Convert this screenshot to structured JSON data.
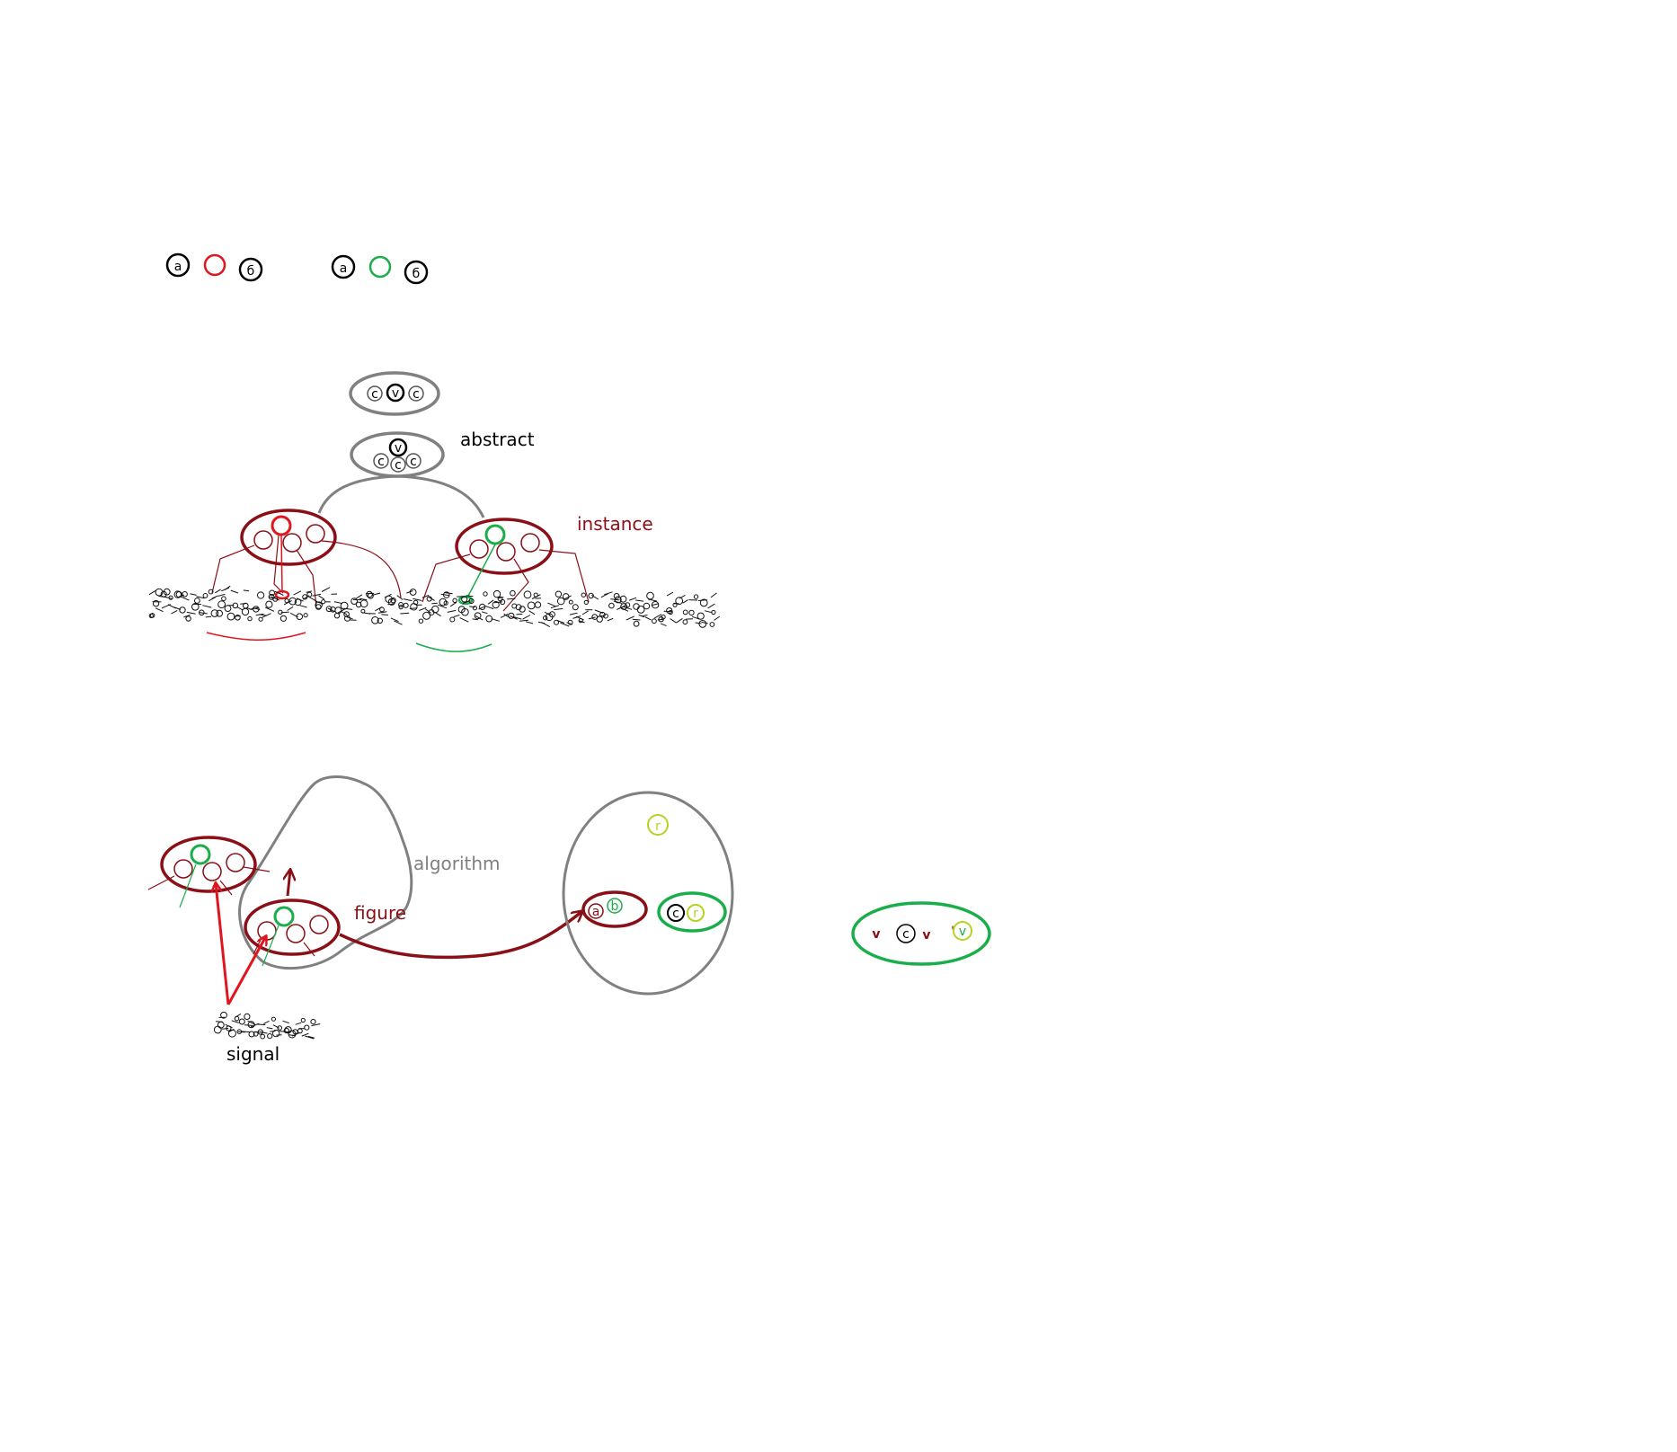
{
  "legend": {
    "left": {
      "a": "a",
      "b": "б"
    },
    "right": {
      "a": "a",
      "b": "б"
    }
  },
  "abstract": {
    "label": "abstract",
    "top": [
      "c",
      "v",
      "c"
    ],
    "lower": {
      "v": "v",
      "c": [
        "c",
        "c",
        "c"
      ]
    }
  },
  "instance": {
    "label": "instance"
  },
  "algorithm": {
    "label": "algorithm"
  },
  "figure": {
    "label": "figure"
  },
  "signal": {
    "label": "signal"
  },
  "group": {
    "r_top": "r",
    "left": [
      "a",
      "b"
    ],
    "right": [
      "c",
      "r"
    ]
  },
  "sequence": [
    "v",
    "c",
    "v",
    "'",
    "v"
  ],
  "colors": {
    "black": "#000000",
    "red": "#e0161e",
    "green": "#1aae4a",
    "darkred": "#8a0f16",
    "gray": "#808080",
    "yellowgreen": "#b5d321"
  }
}
